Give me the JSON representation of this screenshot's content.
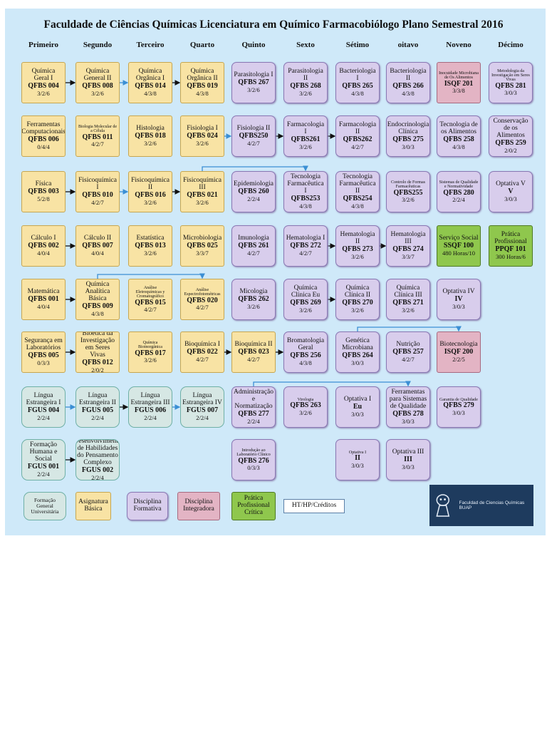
{
  "title": "Faculdade de Ciências Químicas Licenciatura em Químico Farmacobiólogo Plano Semestral 2016",
  "columns": [
    "Primeiro",
    "Segundo",
    "Terceiro",
    "Quarto",
    "Quinto",
    "Sexto",
    "Sétimo",
    "oitavo",
    "Noveno",
    "Décimo"
  ],
  "courses": [
    {
      "name": "Química Geral I",
      "code": "QFBS 004",
      "credits": "3/2/6",
      "type": "basica"
    },
    {
      "name": "Química General II",
      "code": "QFBS 008",
      "credits": "3/2/6",
      "type": "basica"
    },
    {
      "name": "Química Orgânica I",
      "code": "QFBS 014",
      "credits": "4/3/8",
      "type": "basica"
    },
    {
      "name": "Química Orgânica II",
      "code": "QFBS 019",
      "credits": "4/3/8",
      "type": "basica"
    },
    {
      "name": "Parasitologia I",
      "code": "QFBS 267",
      "credits": "3/2/6",
      "type": "formativa"
    },
    {
      "name": "Parasitologia II",
      "code": "QFBS 268",
      "credits": "3/2/6",
      "type": "formativa"
    },
    {
      "name": "Bacteriologia I",
      "code": "QFBS 265",
      "credits": "4/3/8",
      "type": "formativa"
    },
    {
      "name": "Bacteriologia II",
      "code": "QFBS 266",
      "credits": "4/3/8",
      "type": "formativa"
    },
    {
      "name": "Inocuidade Microbiana de Os Alimentos",
      "code": "ISQF 201",
      "credits": "3/3/8",
      "type": "integradora"
    },
    {
      "name": "Metodologia da Investigação em Seres Vivas",
      "code": "QFBS 281",
      "credits": "3/0/3",
      "type": "formativa"
    },
    {
      "name": "Ferramentas Computacionais",
      "code": "QFBS 006",
      "credits": "0/4/4",
      "type": "basica"
    },
    {
      "name": "Biologia Molecular de a Célula",
      "code": "QFBS 011",
      "credits": "4/2/7",
      "type": "basica"
    },
    {
      "name": "Histologia",
      "code": "QFBS 018",
      "credits": "3/2/6",
      "type": "basica"
    },
    {
      "name": "Fisiologia I",
      "code": "QFBS 024",
      "credits": "3/2/6",
      "type": "basica"
    },
    {
      "name": "Fisiologia II",
      "code": "QFBS250",
      "credits": "4/2/7",
      "type": "formativa"
    },
    {
      "name": "Farmacologia I",
      "code": "QFBS261",
      "credits": "3/2/6",
      "type": "formativa"
    },
    {
      "name": "Farmacologia II",
      "code": "QFBS262",
      "credits": "4/2/7",
      "type": "formativa"
    },
    {
      "name": "Endocrinologia Clínica",
      "code": "QFBS 275",
      "credits": "3/0/3",
      "type": "formativa"
    },
    {
      "name": "Tecnologia de os Alimentos",
      "code": "QFBS 258",
      "credits": "4/3/8",
      "type": "formativa"
    },
    {
      "name": "Conservação de os Alimentos",
      "code": "QFBS 259",
      "credits": "2/0/2",
      "type": "formativa"
    },
    {
      "name": "Física",
      "code": "QFBS 003",
      "credits": "5/2/8",
      "type": "basica"
    },
    {
      "name": "Fisicoquímica I",
      "code": "QFBS 010",
      "credits": "4/2/7",
      "type": "basica"
    },
    {
      "name": "Fisicoquímica II",
      "code": "QFBS 016",
      "credits": "3/2/6",
      "type": "basica"
    },
    {
      "name": "Fisicoquímica III",
      "code": "QFBS 021",
      "credits": "3/2/6",
      "type": "basica"
    },
    {
      "name": "Epidemiologia",
      "code": "QFBS 260",
      "credits": "2/2/4",
      "type": "formativa"
    },
    {
      "name": "Tecnologia Farmacêutica I",
      "code": "QFBS253",
      "credits": "4/3/8",
      "type": "formativa"
    },
    {
      "name": "Tecnologia Farmacêutica II",
      "code": "QFBS254",
      "credits": "4/3/8",
      "type": "formativa"
    },
    {
      "name": "Controlo de Formas Farmacêuticas",
      "code": "QFBS255",
      "credits": "3/2/6",
      "type": "formativa"
    },
    {
      "name": "Sistemas de Qualidade e Normatividade",
      "code": "QFBS 280",
      "credits": "2/2/4",
      "type": "formativa"
    },
    {
      "name": "Optativa V",
      "code": "V",
      "credits": "3/0/3",
      "type": "formativa"
    },
    {
      "name": "Cálculo I",
      "code": "QFBS 002",
      "credits": "4/0/4",
      "type": "basica"
    },
    {
      "name": "Cálculo II",
      "code": "QFBS 007",
      "credits": "4/0/4",
      "type": "basica"
    },
    {
      "name": "Estatística",
      "code": "QFBS 013",
      "credits": "3/2/6",
      "type": "basica"
    },
    {
      "name": "Microbiologia",
      "code": "QFBS 025",
      "credits": "3/3/7",
      "type": "basica"
    },
    {
      "name": "Imunologia",
      "code": "QFBS 261",
      "credits": "4/2/7",
      "type": "formativa"
    },
    {
      "name": "Hematologia I",
      "code": "QFBS 272",
      "credits": "4/2/7",
      "type": "formativa"
    },
    {
      "name": "Hematologia II",
      "code": "QFBS 273",
      "credits": "3/2/6",
      "type": "formativa"
    },
    {
      "name": "Hematologia III",
      "code": "QFBS 274",
      "credits": "3/3/7",
      "type": "formativa"
    },
    {
      "name": "Serviço Social",
      "code": "SSQF 100",
      "credits": "480 Horas/10",
      "type": "pratica"
    },
    {
      "name": "Prática Profissional",
      "code": "PPQF 101",
      "credits": "300 Horas/6",
      "type": "pratica"
    },
    {
      "name": "Matemática",
      "code": "QFBS 001",
      "credits": "4/0/4",
      "type": "basica"
    },
    {
      "name": "Química Analítica Básica",
      "code": "QFBS 009",
      "credits": "4/3/8",
      "type": "basica"
    },
    {
      "name": "Análise Eletroquímicas y Cromatográfico",
      "code": "QFBS 015",
      "credits": "4/2/7",
      "type": "basica"
    },
    {
      "name": "Análise Espectrofotométricas",
      "code": "QFBS 020",
      "credits": "4/2/7",
      "type": "basica"
    },
    {
      "name": "Micologia",
      "code": "QFBS 262",
      "credits": "3/2/6",
      "type": "formativa"
    },
    {
      "name": "Química Clínica Eu",
      "code": "QFBS 269",
      "credits": "3/2/6",
      "type": "formativa"
    },
    {
      "name": "Química Clínica II",
      "code": "QFBS 270",
      "credits": "3/2/6",
      "type": "formativa"
    },
    {
      "name": "Química Clínica III",
      "code": "QFBS 271",
      "credits": "3/2/6",
      "type": "formativa"
    },
    {
      "name": "Optativa IV",
      "code": "IV",
      "credits": "3/0/3",
      "type": "formativa"
    },
    {
      "name": "Segurança em Laboratórios",
      "code": "QFBS 005",
      "credits": "0/3/3",
      "type": "basica"
    },
    {
      "name": "Bioética da Investigação em Seres Vivas",
      "code": "QFBS 012",
      "credits": "2/0/2",
      "type": "basica"
    },
    {
      "name": "Química Bioinorgânica",
      "code": "QFBS 017",
      "credits": "3/2/6",
      "type": "basica"
    },
    {
      "name": "Bioquímica I",
      "code": "QFBS 022",
      "credits": "4/2/7",
      "type": "basica"
    },
    {
      "name": "Bioquímica II",
      "code": "QFBS 023",
      "credits": "4/2/7",
      "type": "basica"
    },
    {
      "name": "Bromatologia Geral",
      "code": "QFBS 256",
      "credits": "4/3/8",
      "type": "formativa"
    },
    {
      "name": "Genética Microbiana",
      "code": "QFBS 264",
      "credits": "3/0/3",
      "type": "formativa"
    },
    {
      "name": "Nutrição",
      "code": "QFBS 257",
      "credits": "4/2/7",
      "type": "formativa"
    },
    {
      "name": "Biotecnologia",
      "code": "ISQF 200",
      "credits": "2/2/5",
      "type": "integradora"
    },
    {
      "name": "Língua Estrangeira I",
      "code": "FGUS 004",
      "credits": "2/2/4",
      "type": "geral"
    },
    {
      "name": "Língua Estrangeira II",
      "code": "FGUS 005",
      "credits": "2/2/4",
      "type": "geral"
    },
    {
      "name": "Língua Estrangeira III",
      "code": "FGUS 006",
      "credits": "2/2/4",
      "type": "geral"
    },
    {
      "name": "Língua Estrangeira IV",
      "code": "FGUS 007",
      "credits": "2/2/4",
      "type": "geral"
    },
    {
      "name": "Administração e Normatização",
      "code": "QFBS 277",
      "credits": "2/2/4",
      "type": "formativa"
    },
    {
      "name": "Virologia",
      "code": "QFBS 263",
      "credits": "3/2/6",
      "type": "formativa"
    },
    {
      "name": "Optativa I",
      "code": "Eu",
      "credits": "3/0/3",
      "type": "formativa"
    },
    {
      "name": "Ferramentas para Sistemas de Qualidade",
      "code": "QFBS 278",
      "credits": "3/0/3",
      "type": "formativa"
    },
    {
      "name": "Garantia de Qualidade",
      "code": "QFBS 279",
      "credits": "3/0/3",
      "type": "formativa"
    },
    {
      "name": "Formação Humana e Social",
      "code": "FGUS 001",
      "credits": "2/2/4",
      "type": "geral"
    },
    {
      "name": "Desenvolvimento de Habilidades do Pensamento Complexo",
      "code": "FGUS 002",
      "credits": "2/2/4",
      "type": "geral"
    },
    {
      "name": "Introdução ao Laboratório Clínico",
      "code": "QFBS 276",
      "credits": "0/3/3",
      "type": "formativa"
    },
    {
      "name": "Optativa I",
      "code": "II",
      "credits": "3/0/3",
      "type": "formativa"
    },
    {
      "name": "Optativa III",
      "code": "III",
      "credits": "3/0/3",
      "type": "formativa"
    }
  ],
  "legend": [
    {
      "label": "Formação General Universitária",
      "type": "geral"
    },
    {
      "label": "Asignatura Básica",
      "type": "basica"
    },
    {
      "label": "Disciplina Formativa",
      "type": "formativa"
    },
    {
      "label": "Disciplina Integradora",
      "type": "integradora"
    },
    {
      "label": "Prática Profissional Crítica",
      "type": "pratica"
    },
    {
      "label": "HT/HP/Créditos",
      "type": "plain"
    }
  ],
  "logo": {
    "text": "Faculdad de Ciencias Químicas BUAP"
  },
  "colors": {
    "background": "#cfe9f9",
    "basica": "#f8e3a4",
    "formativa": "#d8cdec",
    "integradora": "#e3b4c4",
    "pratica": "#8fc74d",
    "geral": "#d6e7e4",
    "arrow_blue": "#3b8fd4",
    "arrow_black": "#111111"
  }
}
